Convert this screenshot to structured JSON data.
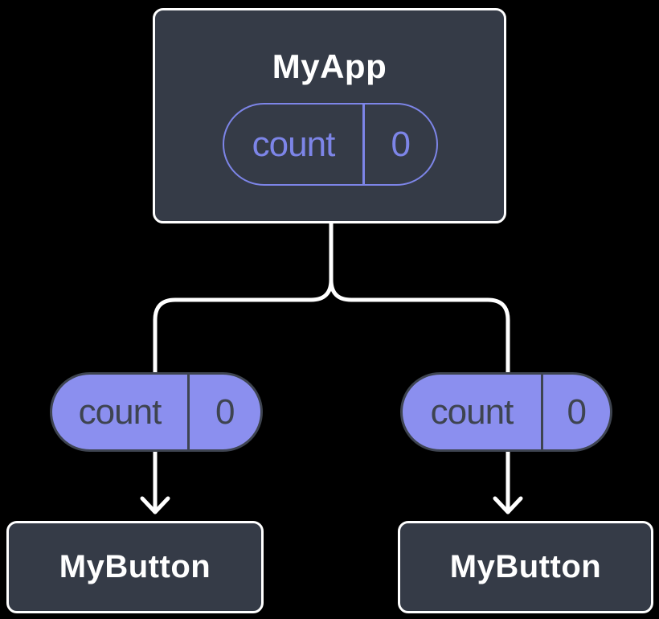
{
  "colors": {
    "background": "#000000",
    "panel": "#353B47",
    "panel_border": "#FFFFFF",
    "title_text": "#FFFFFF",
    "purple": "#7D85E8",
    "pill_fill": "#8B8FEF",
    "pill_border": "#3E4450",
    "pill_text": "#3E4450",
    "line": "#FFFFFF"
  },
  "tree": {
    "root": {
      "name": "MyApp",
      "state": {
        "label": "count",
        "value": "0"
      }
    },
    "left_child": {
      "name": "MyButton",
      "state": {
        "label": "count",
        "value": "0"
      }
    },
    "right_child": {
      "name": "MyButton",
      "state": {
        "label": "count",
        "value": "0"
      }
    }
  }
}
